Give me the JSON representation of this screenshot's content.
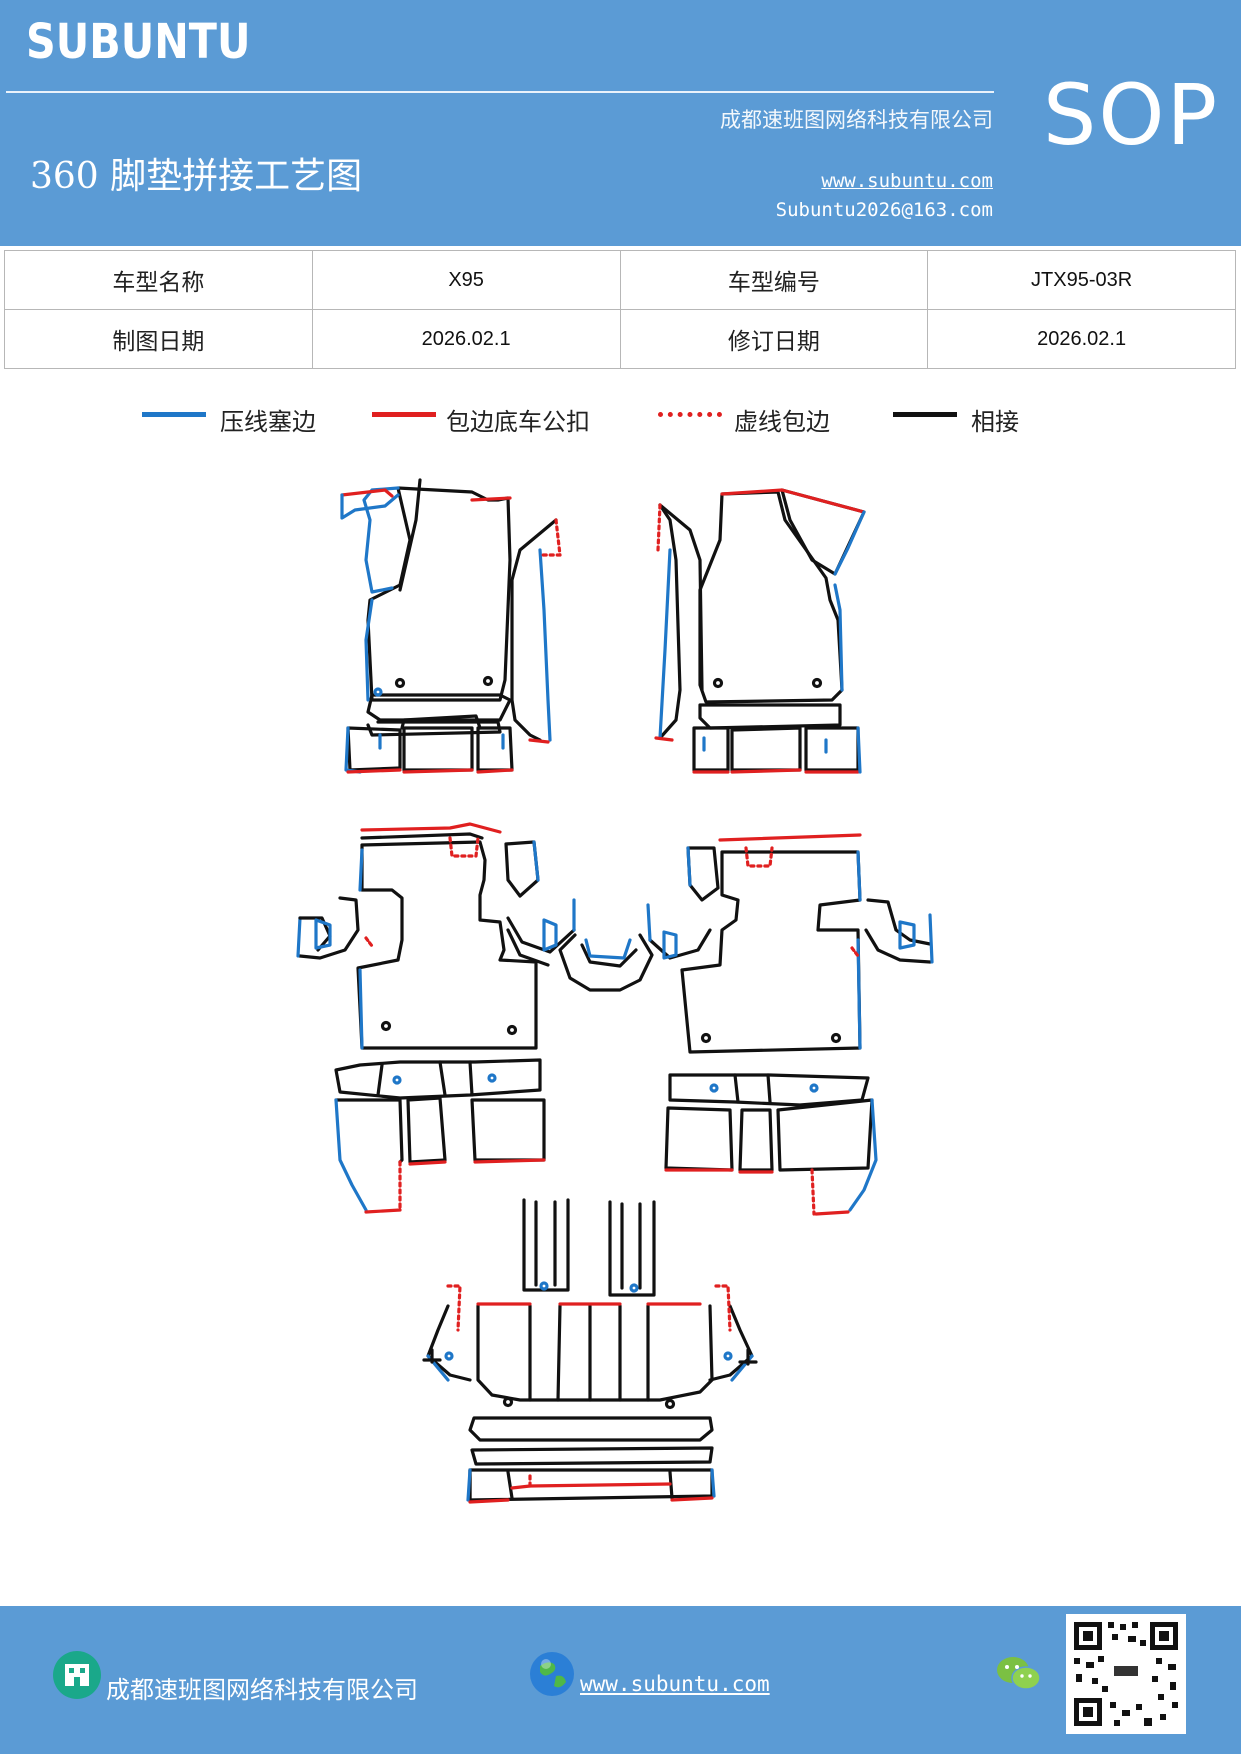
{
  "header": {
    "brand": "SUBUNTU",
    "company": "成都速班图网络科技有限公司",
    "title": "360 脚垫拼接工艺图",
    "website": "www.subuntu.com",
    "email": "Subuntu2026@163.com",
    "sop": "SOP"
  },
  "info_table": {
    "model_name_label": "车型名称",
    "model_name_value": "X95",
    "model_code_label": "车型编号",
    "model_code_value": "JTX95-03R",
    "draw_date_label": "制图日期",
    "draw_date_value": "2026.02.1",
    "revise_date_label": "修订日期",
    "revise_date_value": "2026.02.1"
  },
  "legend": [
    {
      "label": "压线塞边",
      "color": "#1f77c8",
      "style": "solid"
    },
    {
      "label": "包边底车公扣",
      "color": "#e02020",
      "style": "solid"
    },
    {
      "label": "虚线包边",
      "color": "#e02020",
      "style": "dotted"
    },
    {
      "label": "相接",
      "color": "#111111",
      "style": "solid"
    }
  ],
  "footer": {
    "company": "成都速班图网络科技有限公司",
    "website": "www.subuntu.com "
  },
  "icons": {
    "footer_company": "building-icon",
    "footer_web": "globe-icon",
    "footer_wechat": "wechat-icon",
    "footer_qr": "qr-code"
  }
}
